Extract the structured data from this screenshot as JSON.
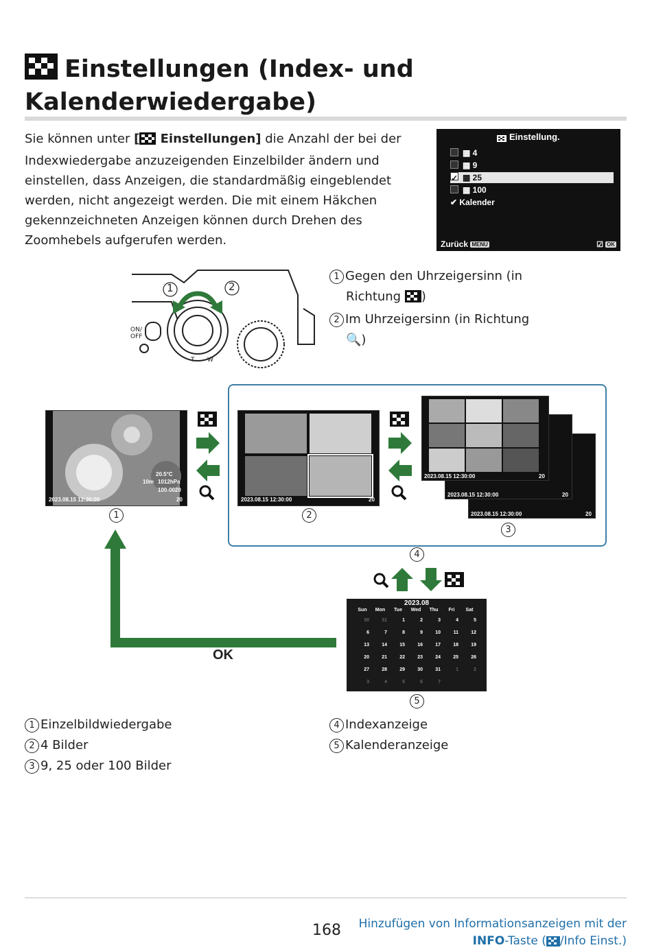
{
  "title": {
    "line1": "Einstellungen (Index- und",
    "line2": "Kalenderwiedergabe)"
  },
  "intro": {
    "before": "Sie können unter ",
    "bold_open": "[",
    "bold_label": " Einstellungen]",
    "after": " die Anzahl der bei der Indexwiedergabe anzuzeigenden Einzelbilder ändern und einstellen, dass Anzeigen, die standardmäßig eingeblendet werden, nicht angezeigt werden. Die mit einem Häkchen gekennzeichneten Anzeigen können durch Drehen des Zoomhebels aufgerufen werden."
  },
  "menu_screen": {
    "title": "Einstellung.",
    "items": [
      {
        "label": "4",
        "checked": false,
        "selected": false
      },
      {
        "label": "9",
        "checked": false,
        "selected": false
      },
      {
        "label": "25",
        "checked": true,
        "selected": true
      },
      {
        "label": "100",
        "checked": false,
        "selected": false
      },
      {
        "label": "Kalender",
        "checked": true,
        "selected": false
      }
    ],
    "back_label": "Zurück",
    "menu_key": "MENU",
    "ok_key": "OK"
  },
  "lever": {
    "num1": "1",
    "num2": "2",
    "ann1_line1": "Gegen den Uhrzeigersinn (in",
    "ann1_line2": "Richtung",
    "ann1_close": ")",
    "ann2_line1": "Im Uhrzeigersinn (in Richtung",
    "ann2_close": ")",
    "camera_label_on": "ON/",
    "camera_label_off": "OFF",
    "lever_t": "T",
    "lever_w": "W"
  },
  "screens": {
    "single": {
      "timestamp": "2023.08.15 12:30:00",
      "frame": "20",
      "temp": "20.5°C",
      "altitude": "10m",
      "pressure": "1012hPa",
      "file": "100-0020"
    },
    "four": {
      "timestamp": "2023.08.15 12:30:00",
      "frame": "20"
    },
    "multi": {
      "timestamp": "2023.08.15 12:30:00",
      "frame": "20"
    }
  },
  "diagram_numbers": [
    "1",
    "2",
    "3",
    "4",
    "5"
  ],
  "ok_label": "OK",
  "calendar": {
    "month": "2023.08",
    "days": [
      "Sun",
      "Mon",
      "Tue",
      "Wed",
      "Thu",
      "Fri",
      "Sat"
    ],
    "weeks": [
      [
        "30",
        "31",
        "1",
        "2",
        "3",
        "4",
        "5"
      ],
      [
        "6",
        "7",
        "8",
        "9",
        "10",
        "11",
        "12"
      ],
      [
        "13",
        "14",
        "15",
        "16",
        "17",
        "18",
        "19"
      ],
      [
        "20",
        "21",
        "22",
        "23",
        "24",
        "25",
        "26"
      ],
      [
        "27",
        "28",
        "29",
        "30",
        "31",
        "1",
        "2"
      ],
      [
        "3",
        "4",
        "5",
        "6",
        "7",
        "",
        ""
      ]
    ]
  },
  "legend": [
    {
      "num": "1",
      "text": "Einzelbildwiedergabe"
    },
    {
      "num": "2",
      "text": "4 Bilder"
    },
    {
      "num": "3",
      "text": "9, 25 oder 100 Bilder"
    },
    {
      "num": "4",
      "text": "Indexanzeige"
    },
    {
      "num": "5",
      "text": "Kalenderanzeige"
    }
  ],
  "footer": {
    "page": "168",
    "link_line1": "Hinzufügen von Informationsanzeigen mit der",
    "link_bold": "INFO",
    "link_mid": "-Taste (",
    "link_end": "/Info Einst.)"
  },
  "colors": {
    "accent_green": "#2f7a3a",
    "frame_blue": "#3d7ea6",
    "link_blue": "#1f6fa8"
  }
}
